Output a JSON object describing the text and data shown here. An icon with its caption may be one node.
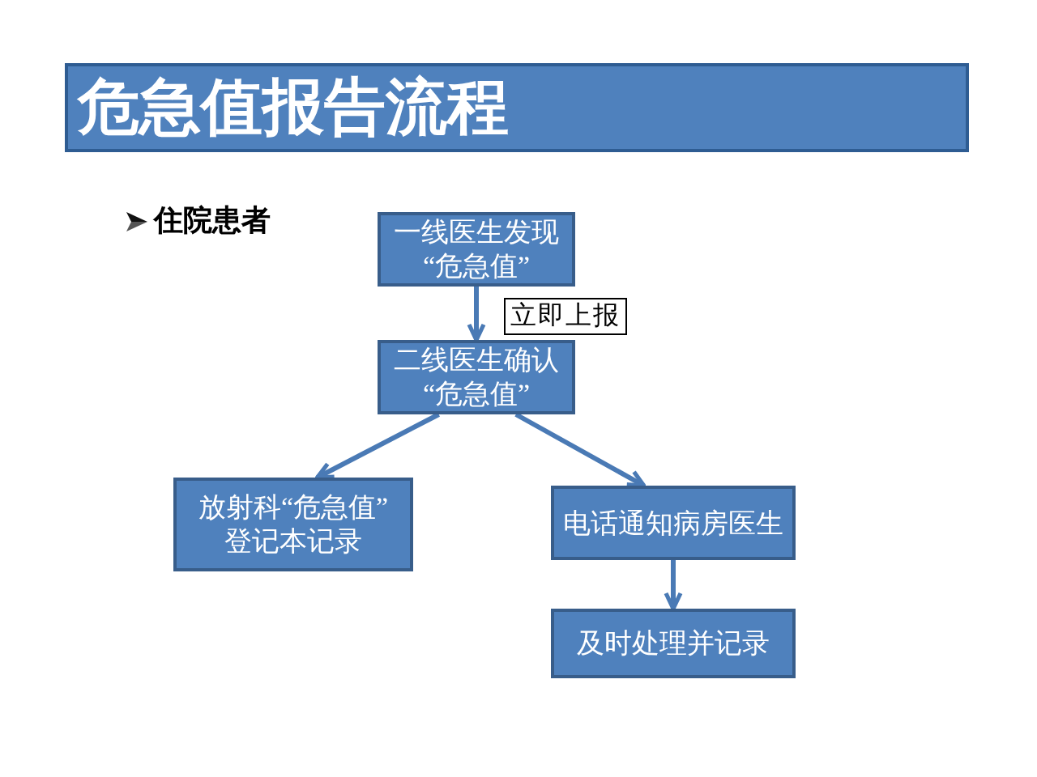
{
  "diagram": {
    "title": "危急值报告流程",
    "nodes": [
      {
        "text": [
          "一线医生发现“危急值”"
        ]
      },
      {
        "text": [
          "二线医生确认“危急值”"
        ]
      },
      {
        "text": [
          "放射科“危急值”登记本记录"
        ]
      },
      {
        "text": [
          "电话通知病房医生"
        ]
      },
      {
        "text": [
          "及时处理并记录"
        ]
      }
    ],
    "edges": [
      {
        "from": 0,
        "to": 1,
        "arrow": "to",
        "label": "立即上报"
      },
      {
        "from": 1,
        "to": 2,
        "arrow": "to"
      },
      {
        "from": 1,
        "to": 3,
        "arrow": "to"
      },
      {
        "from": 3,
        "to": 4,
        "arrow": "to"
      }
    ],
    "labels": [
      "住院患者"
    ]
  }
}
